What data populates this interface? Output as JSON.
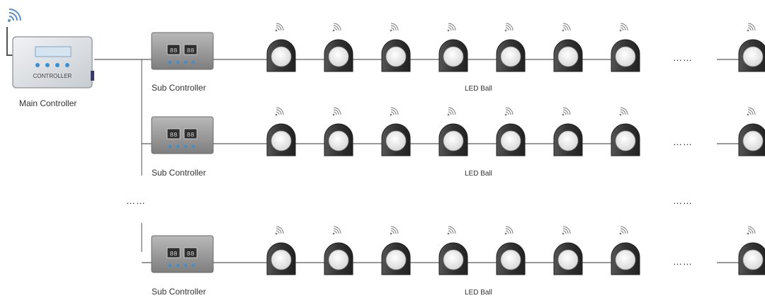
{
  "main_controller": {
    "device_text": "CONTROLLER",
    "label": "Main Controller"
  },
  "rows": [
    {
      "sub_label": "Sub Controller",
      "led_label": "LED Ball"
    },
    {
      "sub_label": "Sub Controller",
      "led_label": "LED Ball"
    },
    {
      "sub_label": "Sub Controller",
      "led_label": "LED Ball"
    }
  ],
  "continuation_mark": "……",
  "sub_display_digits": [
    "88",
    "88"
  ],
  "colors": {
    "line": "#333333",
    "led_body": "#3a3a3a",
    "led_lens": "#f2f2f2",
    "indicator": "#3b8fd0",
    "wifi": "#5b8fc7",
    "controller_body": "#dfe3e6",
    "sub_body": "#9a9a9a"
  },
  "icons": [
    "wifi-icon",
    "led-ball-icon",
    "controller-icon",
    "sub-controller-icon"
  ]
}
